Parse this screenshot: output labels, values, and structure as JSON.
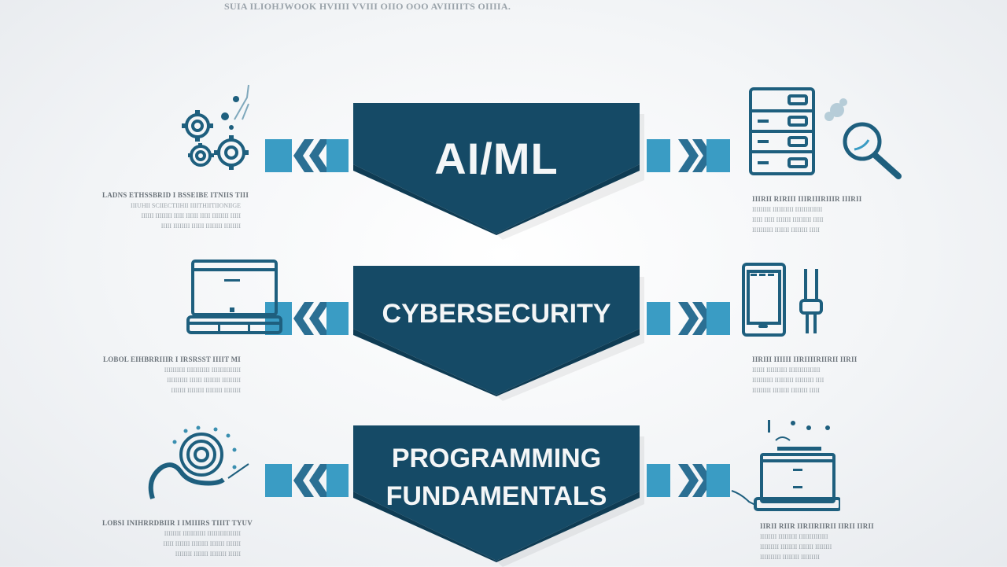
{
  "header": {
    "caption": "SUIA ILIOHJWOOK HVIIII VVIII OIIO OOO AVIIIIITS OIIIIA."
  },
  "colors": {
    "banner": "#154a66",
    "banner_dark": "#0f3c54",
    "arrow_light": "#3a9cc4",
    "arrow_dark": "#2b6f93",
    "icon_stroke": "#1e5f7e",
    "text_title": "#6c747b",
    "text_body": "#9aa2a8"
  },
  "banners": [
    {
      "label": "AI/ML"
    },
    {
      "label": "CYBERSECURITY"
    },
    {
      "label_line1": "PROGRAMMING",
      "label_line2": "FUNDAMENTALS"
    }
  ],
  "icons": {
    "left": [
      "gears-icon",
      "laptop-icon",
      "target-spiral-icon"
    ],
    "right": [
      "server-rack-icon",
      "magnifier-icon",
      "smartphone-icon",
      "plug-icon",
      "laptop-code-icon"
    ]
  },
  "descriptions": {
    "left": [
      {
        "title": "LADNS ETHSSBRID I BSSEIBE ITNIIS TIII",
        "lines": [
          "IIIUHII SCIIECTIIHII IIIITHIITIIONIIGE",
          "IIIIII IIIIIIII IIIII IIIIII IIIII IIIIIIII IIIII",
          "IIIII IIIIIIII IIIIII IIIIIIII IIIIIIII"
        ]
      },
      {
        "title": "LOBOL EIHBRRIIIR I IRSRSST IIIIT MI",
        "lines": [
          "IIIIIIIIII IIIIIIIIIII IIIIIIIIIIIIII",
          "IIIIIIIIII IIIIII IIIIIIII IIIIIIIII",
          "IIIIIII IIIIIIII IIIIIIII IIIIIIII"
        ]
      },
      {
        "title": "LOBSI INIHRRDBIIR I IMIIIRS TIIIT TYUV",
        "lines": [
          "IIIIIIII IIIIIIIIIII IIIIIIIIIIIIIIII",
          "IIIII IIIIIII IIIIIIII IIIIIII IIIIIII",
          "IIIIIIII IIIIIII IIIIIIII IIIIII"
        ]
      }
    ],
    "right": [
      {
        "title": "IIIRII RIRIII IIIRIIIRIIIR IIIRII",
        "lines": [
          "IIIIIIIII IIIIIIIIII IIIIIIIIIIIII",
          "IIIII IIIII IIIIIII IIIIIIIII IIIII",
          "IIIIIIIIII IIIIIII IIIIIIII IIIII"
        ]
      },
      {
        "title": "IIRIII IIIIII IIRIIIIRIIRII IIRII",
        "lines": [
          "IIIIII IIIIIIIIII IIIIIIIIIIIIIII",
          "IIIIIIIIII IIIIIIIII IIIIIIIII IIII",
          "IIIIIIIII IIIIIIII IIIIIIII IIIII"
        ]
      },
      {
        "title": "IIRII RIIR IIRIIRIIRII IIRII IIRII",
        "lines": [
          "IIIIIIII IIIIIIIII IIIIIIIIIIIIII",
          "IIIIIIIII IIIIIIII IIIIIII IIIIIIII",
          "IIIIIIIIII IIIIIIII IIIIIIIII"
        ]
      }
    ]
  }
}
